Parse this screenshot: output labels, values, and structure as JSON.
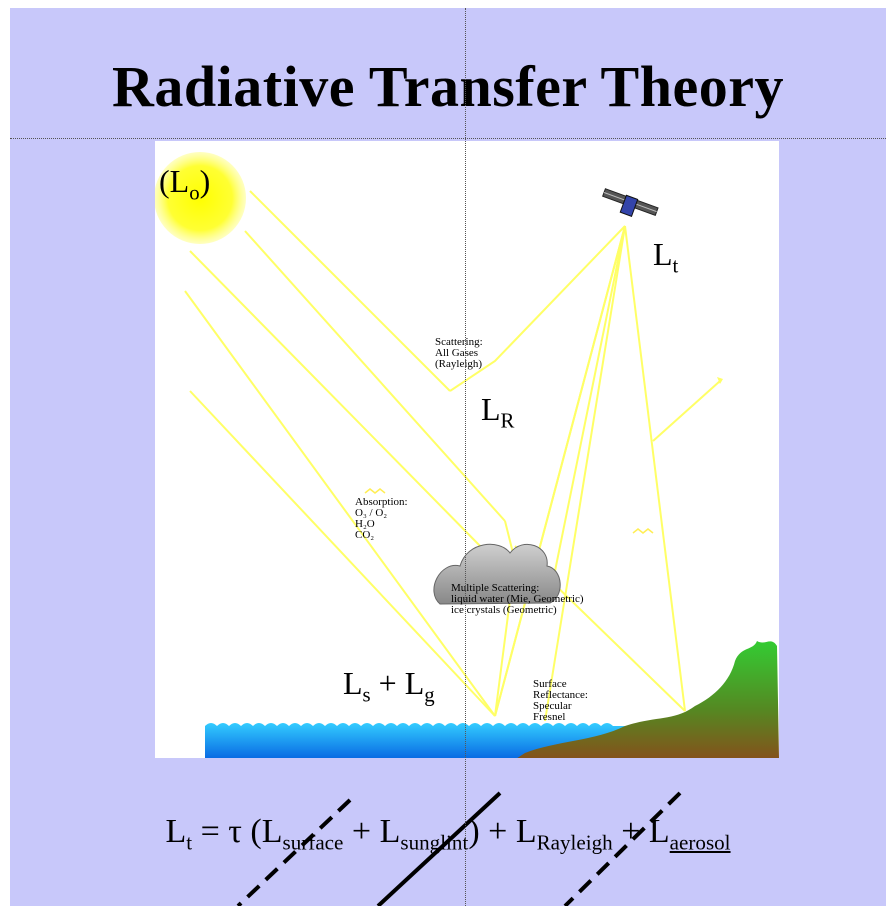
{
  "title": "Radiative Transfer Theory",
  "labels": {
    "lo_open": "(",
    "lo_main": "L",
    "lo_sub": "o",
    "lo_close": ")",
    "lt_main": "L",
    "lt_sub": "t",
    "lr_main": "L",
    "lr_sub": "R",
    "ls_main": "L",
    "ls_sub": "s",
    "plus": " + ",
    "lg_main": "L",
    "lg_sub": "g"
  },
  "annotations": {
    "scattering_1": "Scattering:",
    "scattering_2": "All Gases",
    "scattering_3": "(Rayleigh)",
    "absorption_1": "Absorption:",
    "absorption_2": "O₃ / O₂",
    "absorption_3": "H₂O",
    "absorption_4": "CO₂",
    "multiple_1": "Multiple Scattering:",
    "multiple_2": "liquid water (Mie, Geometric)",
    "multiple_3": "ice crystals (Geometric)",
    "surface_1": "Surface",
    "surface_2": "Reflectance:",
    "surface_3": "Specular",
    "surface_4": "Fresnel"
  },
  "equation": {
    "lhs_main": "L",
    "lhs_sub": "t",
    "equals_tau": " = τ (",
    "surface_main": "L",
    "surface_sub": "surface",
    "plus1": " + ",
    "sunglint_main": "L",
    "sunglint_sub": "sunglint",
    "close_plus": ") + ",
    "rayleigh_main": "L",
    "rayleigh_sub": "Rayleigh",
    "plus2": " + ",
    "aerosol_main": "L",
    "aerosol_sub": "aerosol"
  },
  "colors": {
    "background": "#c8c8fa",
    "sun": "#ffff33",
    "rays": "#ffff66",
    "water": "#1a8cff",
    "land_top": "#33cc33",
    "land_bottom": "#8b4513"
  }
}
